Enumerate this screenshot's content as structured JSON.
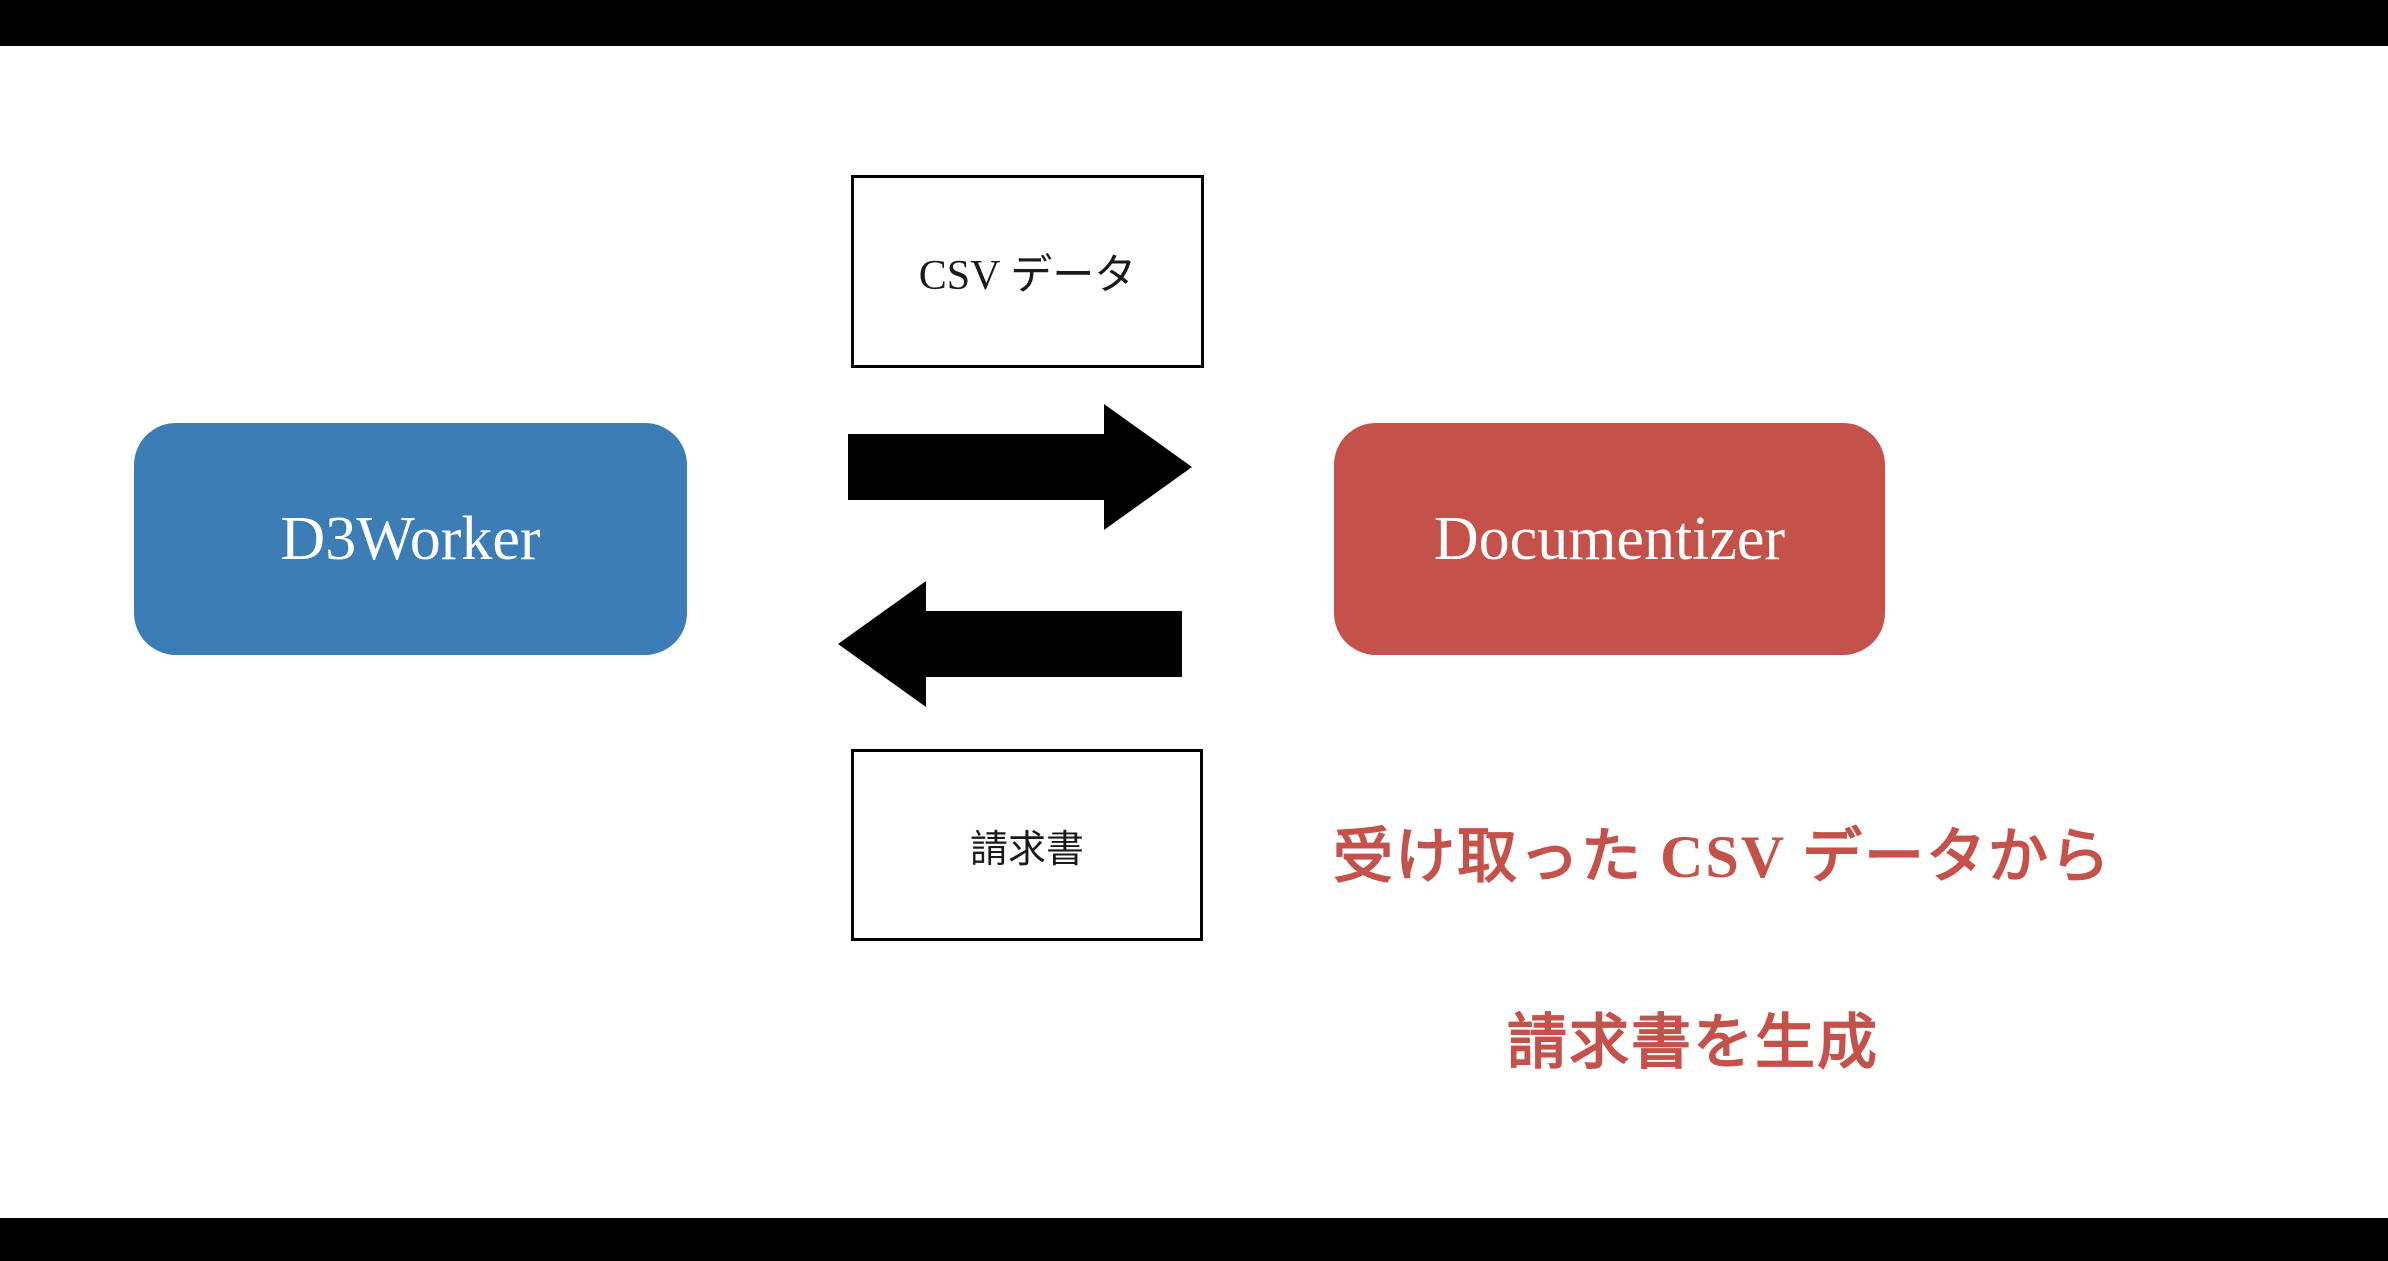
{
  "page": {
    "background_color": "#000000",
    "canvas_color": "#ffffff"
  },
  "diagram": {
    "nodes": [
      {
        "id": "d3worker",
        "label": "D3Worker",
        "color": "#3d7db6",
        "text_color": "#ffffff"
      },
      {
        "id": "documentizer",
        "label": "Documentizer",
        "color": "#c4524b",
        "text_color": "#ffffff"
      }
    ],
    "flow_labels": {
      "top_box": "CSV データ",
      "bottom_box": "請求書"
    },
    "arrows": [
      {
        "direction": "right",
        "from": "D3Worker",
        "to": "Documentizer",
        "carries": "CSV データ",
        "color": "#000000"
      },
      {
        "direction": "left",
        "from": "Documentizer",
        "to": "D3Worker",
        "carries": "請求書",
        "color": "#000000"
      }
    ],
    "annotation": {
      "line1": "受け取った CSV データから",
      "line2": "請求書を生成",
      "color": "#c4524b"
    }
  }
}
